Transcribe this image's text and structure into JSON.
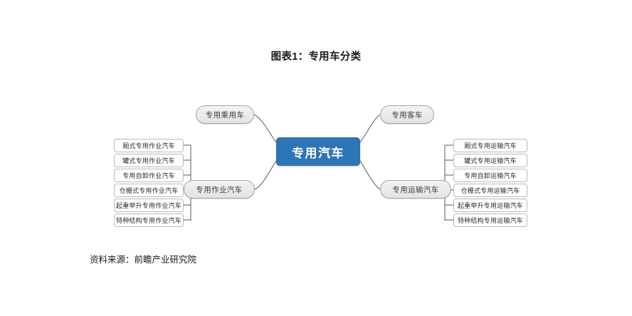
{
  "title": "图表1：专用车分类",
  "source": "资料来源：前瞻产业研究院",
  "colors": {
    "root_fill": "#2e75b6",
    "root_text": "#ffffff",
    "branch_fill": "#ebebeb",
    "branch_border": "#a6a6a6",
    "leaf_fill": "#ffffff",
    "leaf_border": "#b9b9b9",
    "connector": "#595959",
    "page_background": "#ffffff"
  },
  "chart_data": {
    "type": "diagram",
    "diagram_kind": "mind-map",
    "title": "图表1：专用车分类",
    "root": "专用汽车",
    "branches": [
      {
        "id": "special-passenger-car",
        "label": "专用乘用车",
        "position": "top-left",
        "children": []
      },
      {
        "id": "special-bus",
        "label": "专用客车",
        "position": "top-right",
        "children": []
      },
      {
        "id": "special-operation-vehicle",
        "label": "专用作业汽车",
        "position": "bottom-left",
        "children": [
          "厢式专用作业汽车",
          "罐式专用作业汽车",
          "专用自卸作业汽车",
          "仓栅式专用作业汽车",
          "起重举升专用作业汽车",
          "特种结构专用作业汽车"
        ]
      },
      {
        "id": "special-transport-vehicle",
        "label": "专用运输汽车",
        "position": "bottom-right",
        "children": [
          "厢式专用运输汽车",
          "罐式专用运输汽车",
          "专用自卸运输汽车",
          "仓栅式专用运输汽车",
          "起重举升专用运输汽车",
          "特种结构专用运输汽车"
        ]
      }
    ]
  }
}
